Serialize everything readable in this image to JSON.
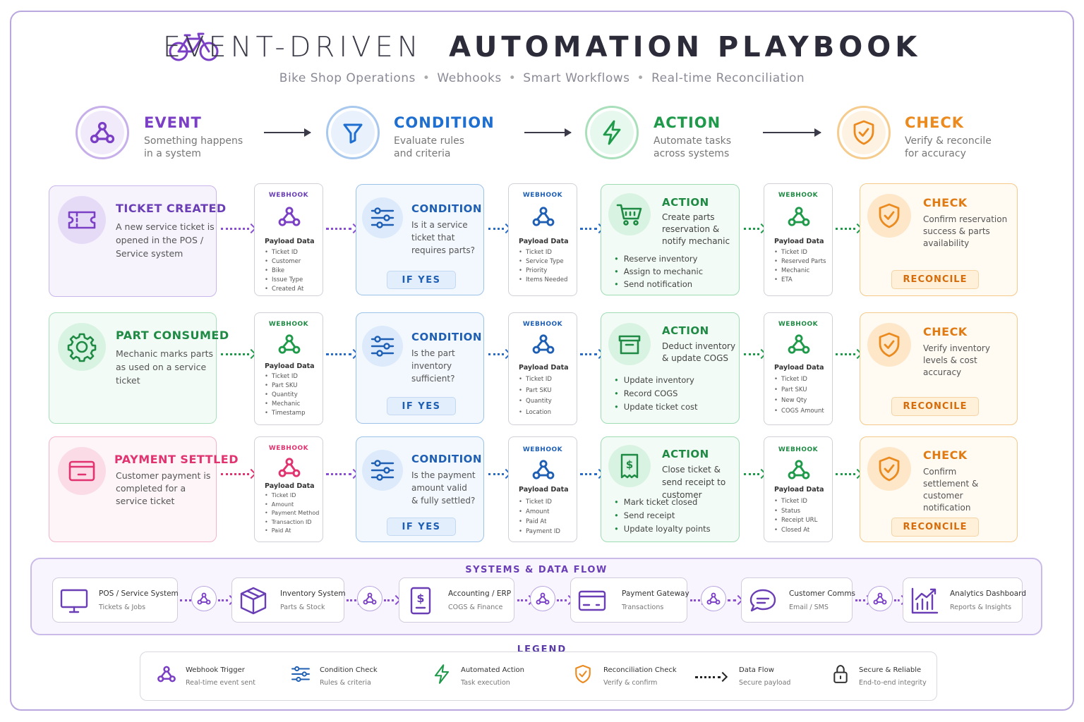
{
  "header": {
    "title_light": "EVENT-DRIVEN",
    "title_bold": "AUTOMATION PLAYBOOK",
    "subtitle_items": [
      "Bike Shop Operations",
      "Webhooks",
      "Smart Workflows",
      "Real-time Reconciliation"
    ]
  },
  "stages": [
    {
      "name": "EVENT",
      "desc_line1": "Something happens",
      "desc_line2": "in a system",
      "color": "#7a3fc4"
    },
    {
      "name": "CONDITION",
      "desc_line1": "Evaluate rules",
      "desc_line2": "and criteria",
      "color": "#1e6fd0"
    },
    {
      "name": "ACTION",
      "desc_line1": "Automate tasks",
      "desc_line2": "across systems",
      "color": "#1f9a4a"
    },
    {
      "name": "CHECK",
      "desc_line1": "Verify & reconcile",
      "desc_line2": "for accuracy",
      "color": "#ea8a1f"
    }
  ],
  "rows": [
    {
      "event": {
        "title": "TICKET CREATED",
        "desc": "A new service ticket is opened in the POS / Service system",
        "color": "#6a3fb6"
      },
      "webhook1": {
        "label": "WEBHOOK",
        "payload_title": "Payload Data",
        "items": [
          "Ticket ID",
          "Customer",
          "Bike",
          "Issue Type",
          "Created At"
        ]
      },
      "condition": {
        "title": "CONDITION",
        "desc": "Is it a service ticket that requires parts?",
        "button": "IF YES"
      },
      "webhook2": {
        "label": "WEBHOOK",
        "payload_title": "Payload Data",
        "items": [
          "Ticket ID",
          "Service Type",
          "Priority",
          "Items Needed"
        ]
      },
      "action": {
        "title": "ACTION",
        "desc": "Create parts reservation & notify mechanic",
        "items": [
          "Reserve inventory",
          "Assign to mechanic",
          "Send notification"
        ]
      },
      "webhook3": {
        "label": "WEBHOOK",
        "payload_title": "Payload Data",
        "items": [
          "Ticket ID",
          "Reserved Parts",
          "Mechanic",
          "ETA"
        ]
      },
      "check": {
        "title": "CHECK",
        "desc": "Confirm reservation success & parts availability",
        "button": "RECONCILE"
      }
    },
    {
      "event": {
        "title": "PART CONSUMED",
        "desc": "Mechanic marks parts as used on a service ticket",
        "color": "#1f9a4a"
      },
      "webhook1": {
        "label": "WEBHOOK",
        "payload_title": "Payload Data",
        "items": [
          "Ticket ID",
          "Part SKU",
          "Quantity",
          "Mechanic",
          "Timestamp"
        ]
      },
      "condition": {
        "title": "CONDITION",
        "desc": "Is the part inventory sufficient?",
        "button": "IF YES"
      },
      "webhook2": {
        "label": "WEBHOOK",
        "payload_title": "Payload Data",
        "items": [
          "Ticket ID",
          "Part SKU",
          "Quantity",
          "Location"
        ]
      },
      "action": {
        "title": "ACTION",
        "desc": "Deduct inventory & update COGS",
        "items": [
          "Update inventory",
          "Record COGS",
          "Update ticket cost"
        ]
      },
      "webhook3": {
        "label": "WEBHOOK",
        "payload_title": "Payload Data",
        "items": [
          "Ticket ID",
          "Part SKU",
          "New Qty",
          "COGS Amount"
        ]
      },
      "check": {
        "title": "CHECK",
        "desc": "Verify inventory levels & cost accuracy",
        "button": "RECONCILE"
      }
    },
    {
      "event": {
        "title": "PAYMENT SETTLED",
        "desc": "Customer payment is completed for a service ticket",
        "color": "#e0336f"
      },
      "webhook1": {
        "label": "WEBHOOK",
        "payload_title": "Payload Data",
        "items": [
          "Ticket ID",
          "Amount",
          "Payment Method",
          "Transaction ID",
          "Paid At"
        ]
      },
      "condition": {
        "title": "CONDITION",
        "desc": "Is the payment amount valid & fully settled?",
        "button": "IF YES"
      },
      "webhook2": {
        "label": "WEBHOOK",
        "payload_title": "Payload Data",
        "items": [
          "Ticket ID",
          "Amount",
          "Paid At",
          "Payment ID"
        ]
      },
      "action": {
        "title": "ACTION",
        "desc": "Close ticket & send receipt to customer",
        "items": [
          "Mark ticket closed",
          "Send receipt",
          "Update loyalty points"
        ]
      },
      "webhook3": {
        "label": "WEBHOOK",
        "payload_title": "Payload Data",
        "items": [
          "Ticket ID",
          "Status",
          "Receipt URL",
          "Closed At"
        ]
      },
      "check": {
        "title": "CHECK",
        "desc": "Confirm settlement & customer notification",
        "button": "RECONCILE"
      }
    }
  ],
  "systems": {
    "title": "SYSTEMS & DATA FLOW",
    "items": [
      {
        "name": "POS / Service System",
        "sub": "Tickets & Jobs",
        "icon": "monitor-icon"
      },
      {
        "name": "Inventory System",
        "sub": "Parts & Stock",
        "icon": "box-icon"
      },
      {
        "name": "Accounting / ERP",
        "sub": "COGS & Finance",
        "icon": "receipt-icon"
      },
      {
        "name": "Payment Gateway",
        "sub": "Transactions",
        "icon": "credit-card-icon"
      },
      {
        "name": "Customer Comms",
        "sub": "Email / SMS",
        "icon": "chat-icon"
      },
      {
        "name": "Analytics Dashboard",
        "sub": "Reports & Insights",
        "icon": "chart-icon"
      }
    ]
  },
  "legend": {
    "title": "LEGEND",
    "items": [
      {
        "name": "Webhook Trigger",
        "sub": "Real-time event sent",
        "icon": "webhook-icon"
      },
      {
        "name": "Condition Check",
        "sub": "Rules & criteria",
        "icon": "sliders-icon"
      },
      {
        "name": "Automated Action",
        "sub": "Task execution",
        "icon": "lightning-icon"
      },
      {
        "name": "Reconciliation Check",
        "sub": "Verify & confirm",
        "icon": "shield-check-icon"
      },
      {
        "name": "Data Flow",
        "sub": "Secure payload",
        "icon": "dotted-arrow-icon"
      },
      {
        "name": "Secure & Reliable",
        "sub": "End-to-end integrity",
        "icon": "lock-icon"
      }
    ]
  }
}
